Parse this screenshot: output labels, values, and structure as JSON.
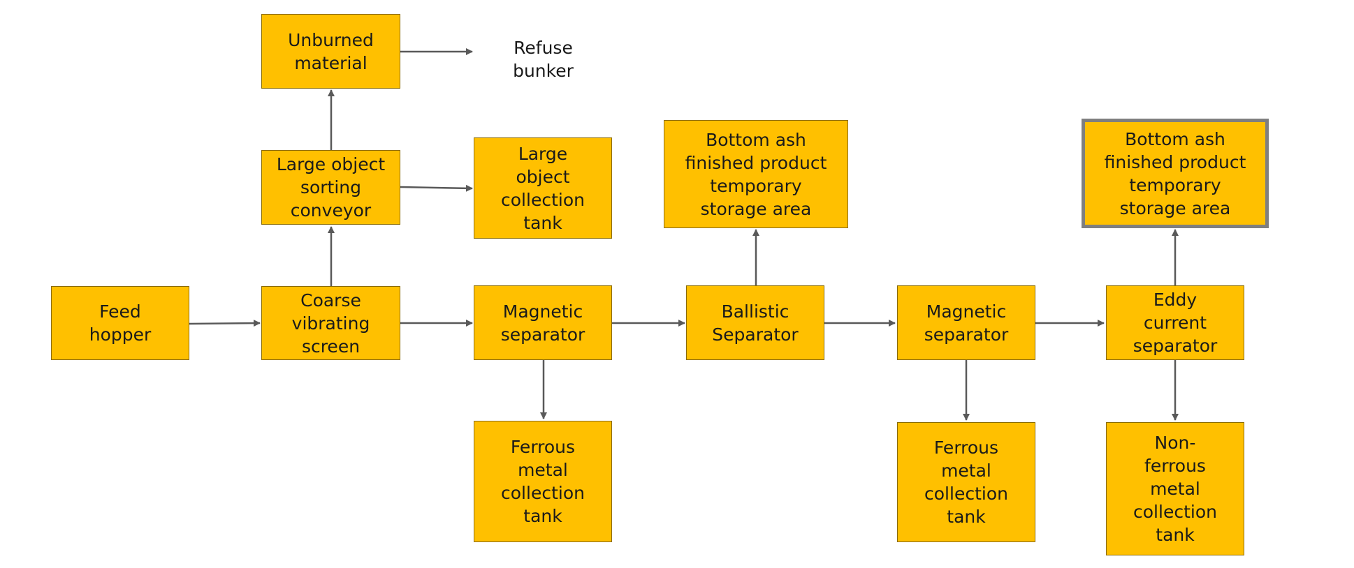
{
  "diagram": {
    "colors": {
      "box_fill": "#ffc000",
      "arrow": "#595959",
      "highlight_border": "#7f7f7f"
    },
    "nodes": {
      "feed_hopper": "Feed\nhopper",
      "coarse_screen": "Coarse\nvibrating\nscreen",
      "large_object_conveyor": "Large object\nsorting\nconveyor",
      "unburned_material": "Unburned\nmaterial",
      "refuse_bunker": "Refuse\nbunker",
      "large_object_tank": "Large\nobject\ncollection\ntank",
      "magnetic_separator_1": "Magnetic\nseparator",
      "ferrous_tank_1": "Ferrous\nmetal\ncollection\ntank",
      "ballistic_separator": "Ballistic\nSeparator",
      "bottom_ash_storage_1": "Bottom ash\nfinished product\ntemporary\nstorage area",
      "magnetic_separator_2": "Magnetic\nseparator",
      "ferrous_tank_2": "Ferrous\nmetal\ncollection\ntank",
      "eddy_current_separator": "Eddy\ncurrent\nseparator",
      "bottom_ash_storage_2": "Bottom ash\nfinished product\ntemporary\nstorage area",
      "nonferrous_tank": "Non-\nferrous\nmetal\ncollection\ntank"
    }
  }
}
